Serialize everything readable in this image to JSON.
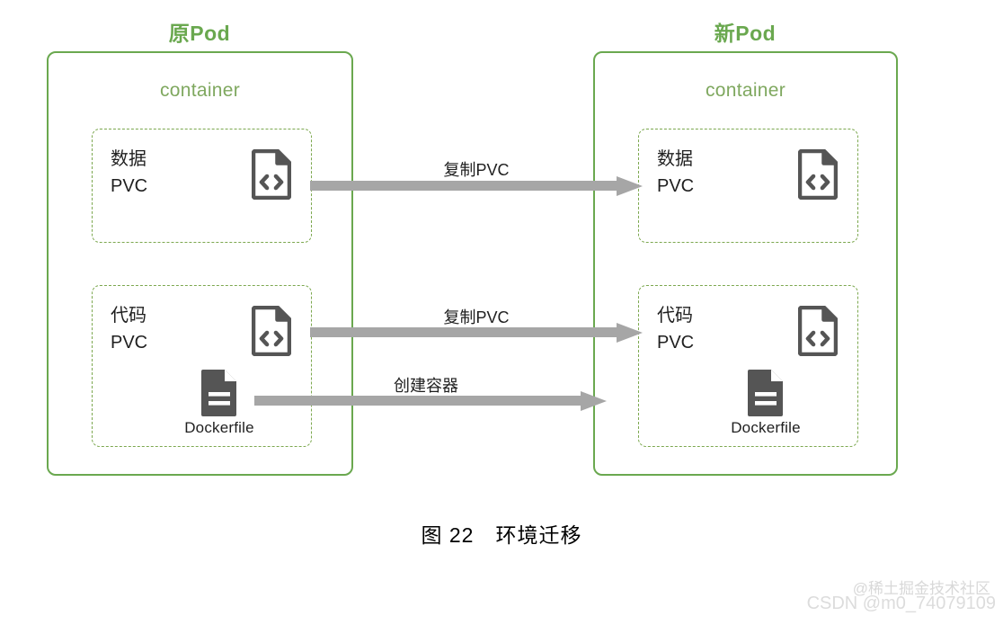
{
  "figure": {
    "caption": "图 22　环境迁移"
  },
  "pods": [
    {
      "id": "old",
      "title": "原Pod",
      "container_label": "container",
      "volumes": [
        {
          "id": "data",
          "line1": "数据",
          "line2": "PVC",
          "icon": "code-file-icon"
        },
        {
          "id": "code",
          "line1": "代码",
          "line2": "PVC",
          "icon": "code-file-icon",
          "extra_icon": "dockerfile-icon",
          "extra_icon_label": "Dockerfile"
        }
      ]
    },
    {
      "id": "new",
      "title": "新Pod",
      "container_label": "container",
      "volumes": [
        {
          "id": "data",
          "line1": "数据",
          "line2": "PVC",
          "icon": "code-file-icon"
        },
        {
          "id": "code",
          "line1": "代码",
          "line2": "PVC",
          "icon": "code-file-icon",
          "extra_icon": "dockerfile-icon",
          "extra_icon_label": "Dockerfile"
        }
      ]
    }
  ],
  "arrows": [
    {
      "id": "copy-pvc-data",
      "label": "复制PVC"
    },
    {
      "id": "copy-pvc-code",
      "label": "复制PVC"
    },
    {
      "id": "create-container",
      "label": "创建容器"
    }
  ],
  "watermarks": {
    "juejin": "@稀土掘金技术社区",
    "csdn": "CSDN @m0_74079109"
  },
  "colors": {
    "pod_green": "#6aa84f",
    "container_green": "#7fa85f",
    "dash_green": "#7ca84f",
    "arrow_gray": "#a6a6a6",
    "icon_gray": "#555555",
    "text_black": "#1f1f1f",
    "watermark_gray": "#d8d8d8"
  }
}
